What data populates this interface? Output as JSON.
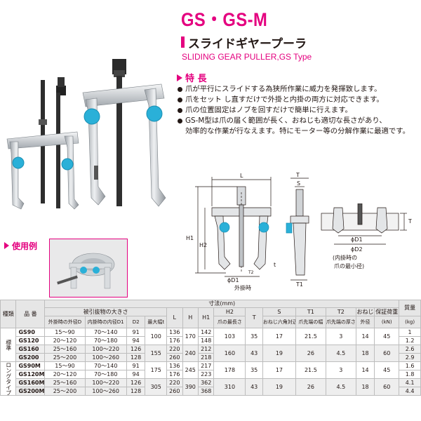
{
  "header": {
    "title": "GS・GS-M",
    "name_jp": "スライドギヤープーラ",
    "name_en": "SLIDING GEAR PULLER,GS Type"
  },
  "features": {
    "heading": "特 長",
    "items": [
      "爪が平行にスライドする為狭所作業に威力を発揮致します。",
      "爪をセット し直すだけで外掛と内掛の両方に対応できます。",
      "爪の位置固定はノブを回すだけで簡単に行えます。",
      "GS-M型は爪の届く範囲が長く、おねじも適切な長さがあり、"
    ],
    "continuation": "効率的な作業が行なえます。特にモーター等の分解作業に最適です。"
  },
  "usage": {
    "heading": "使用例"
  },
  "diagram": {
    "labels": {
      "L": "L",
      "S": "S",
      "T_top": "T",
      "H1": "H1",
      "H2": "H2",
      "T2": "T2",
      "t": "t",
      "D1": "ϕD1",
      "T1": "T1",
      "outer": "外掛時",
      "T_right": "T",
      "phiD1": "ϕD1",
      "phiD2": "ϕD2",
      "inner_note_1": "(内掛時の",
      "inner_note_2": "爪の最小径)"
    },
    "colors": {
      "accent": "#e4007f",
      "knob": "#2ab0d8",
      "metal": "#c9cdd2",
      "screw": "#3a3a3a"
    }
  },
  "table": {
    "dims_header": "寸法(mm)",
    "col_type": "種類",
    "col_model": "品 番",
    "col_capacity": "被引抜物の大きさ",
    "col_outer": "外掛時の外径D",
    "col_inner": "内掛時の内径D1",
    "col_d2": "D2",
    "col_maxw": "最大幅t",
    "col_L": "L",
    "col_H": "H",
    "col_H1": "H1",
    "col_H2": "H2",
    "col_H2_sub": "爪の最長さ",
    "col_T": "T",
    "col_S": "S",
    "col_S_sub": "おねじ六角対辺",
    "col_T1": "T1",
    "col_T1_sub": "爪先端の幅",
    "col_T2": "T2",
    "col_T2_sub": "爪先端の厚さ",
    "col_thread": "おねじ",
    "col_thread_sub": "外径",
    "col_load": "保証荷重",
    "col_load_unit": "(kN)",
    "col_mass": "質量",
    "col_mass_unit": "(kg)",
    "cat_standard": "標準",
    "cat_long": "ロングタイプ",
    "rows": [
      {
        "model": "GS90",
        "outer": "15〜90",
        "inner": "70〜140",
        "d2": "91",
        "mass": "1"
      },
      {
        "model": "GS120",
        "outer": "20〜120",
        "inner": "70〜180",
        "d2": "94",
        "mass": "1.2"
      },
      {
        "model": "GS160",
        "outer": "25〜160",
        "inner": "100〜220",
        "d2": "126",
        "mass": "2.6"
      },
      {
        "model": "GS200",
        "outer": "25〜200",
        "inner": "100〜260",
        "d2": "128",
        "mass": "2.9"
      },
      {
        "model": "GS90M",
        "outer": "15〜90",
        "inner": "70〜140",
        "d2": "91",
        "mass": "1.6"
      },
      {
        "model": "GS120M",
        "outer": "20〜120",
        "inner": "70〜180",
        "d2": "94",
        "mass": "1.8"
      },
      {
        "model": "GS160M",
        "outer": "25〜160",
        "inner": "100〜220",
        "d2": "126",
        "mass": "4.1"
      },
      {
        "model": "GS200M",
        "outer": "25〜200",
        "inner": "100〜260",
        "d2": "128",
        "mass": "4.4"
      }
    ],
    "g1": {
      "maxw": "100",
      "L": [
        "136",
        "176"
      ],
      "H": "170",
      "H1": [
        "142",
        "148"
      ],
      "H2": "103",
      "T": "35",
      "S": "17",
      "T1": "21.5",
      "T2": "3",
      "thread": "14",
      "load": "45"
    },
    "g2": {
      "maxw": "155",
      "L": [
        "220",
        "260"
      ],
      "H": "240",
      "H1": [
        "212",
        "218"
      ],
      "H2": "160",
      "T": "43",
      "S": "19",
      "T1": "26",
      "T2": "4.5",
      "thread": "18",
      "load": "60"
    },
    "g3": {
      "maxw": "175",
      "L": [
        "136",
        "176"
      ],
      "H": "245",
      "H1": [
        "217",
        "223"
      ],
      "H2": "178",
      "T": "35",
      "S": "17",
      "T1": "21.5",
      "T2": "3",
      "thread": "14",
      "load": "45"
    },
    "g4": {
      "maxw": "305",
      "L": [
        "220",
        "260"
      ],
      "H": "390",
      "H1": [
        "362",
        "368"
      ],
      "H2": "310",
      "T": "43",
      "S": "19",
      "T1": "26",
      "T2": "4.5",
      "thread": "18",
      "load": "60"
    }
  }
}
